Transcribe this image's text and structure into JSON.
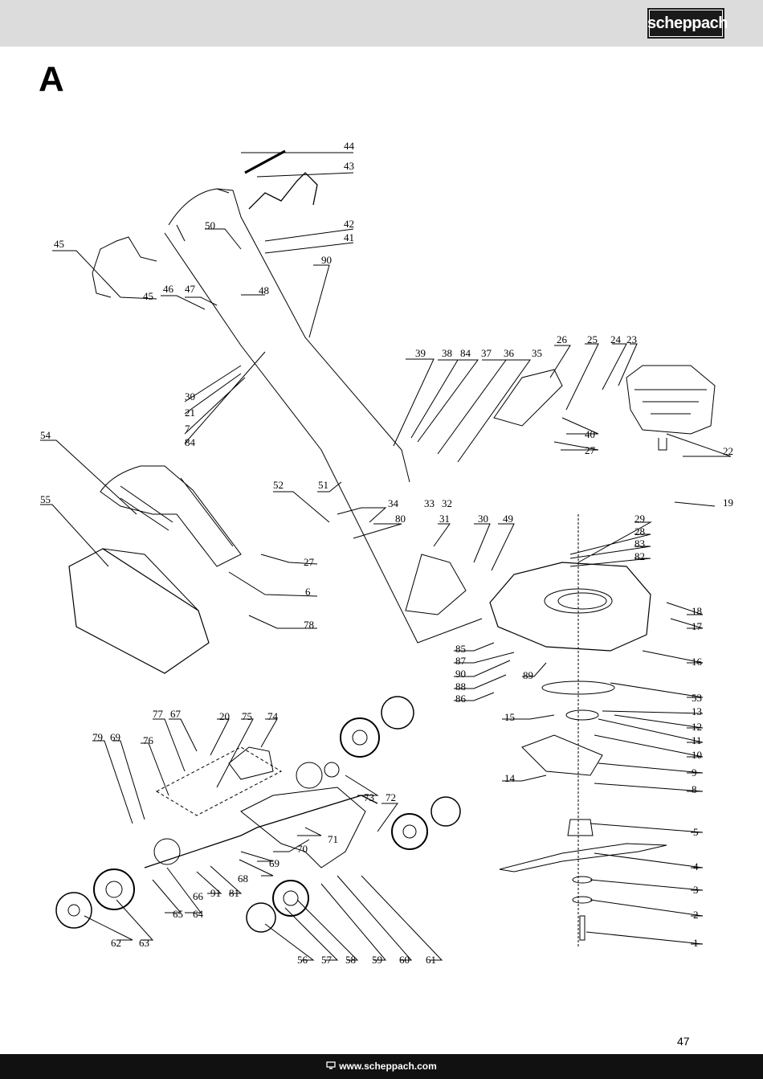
{
  "header": {
    "brand": "scheppach"
  },
  "section": {
    "letter": "A"
  },
  "diagram": {
    "part_labels": [
      "44",
      "43",
      "42",
      "41",
      "50",
      "90",
      "45",
      "45",
      "46",
      "47",
      "48",
      "30",
      "21",
      "7",
      "84",
      "39",
      "38",
      "84",
      "37",
      "36",
      "35",
      "26",
      "25",
      "24",
      "23",
      "22",
      "40",
      "27",
      "54",
      "55",
      "52",
      "51",
      "34",
      "80",
      "27",
      "6",
      "33",
      "32",
      "31",
      "30",
      "49",
      "29",
      "28",
      "83",
      "82",
      "19",
      "18",
      "17",
      "16",
      "78",
      "85",
      "87",
      "90",
      "88",
      "86",
      "89",
      "53",
      "13",
      "12",
      "11",
      "10",
      "9",
      "8",
      "15",
      "14",
      "77",
      "67",
      "20",
      "75",
      "74",
      "79",
      "69",
      "76",
      "73",
      "72",
      "71",
      "70",
      "69",
      "68",
      "81",
      "91",
      "66",
      "65",
      "64",
      "62",
      "63",
      "56",
      "57",
      "58",
      "59",
      "60",
      "61",
      "5",
      "4",
      "3",
      "2",
      "1"
    ]
  },
  "footer": {
    "page_number": "47",
    "website": "www.scheppach.com"
  }
}
